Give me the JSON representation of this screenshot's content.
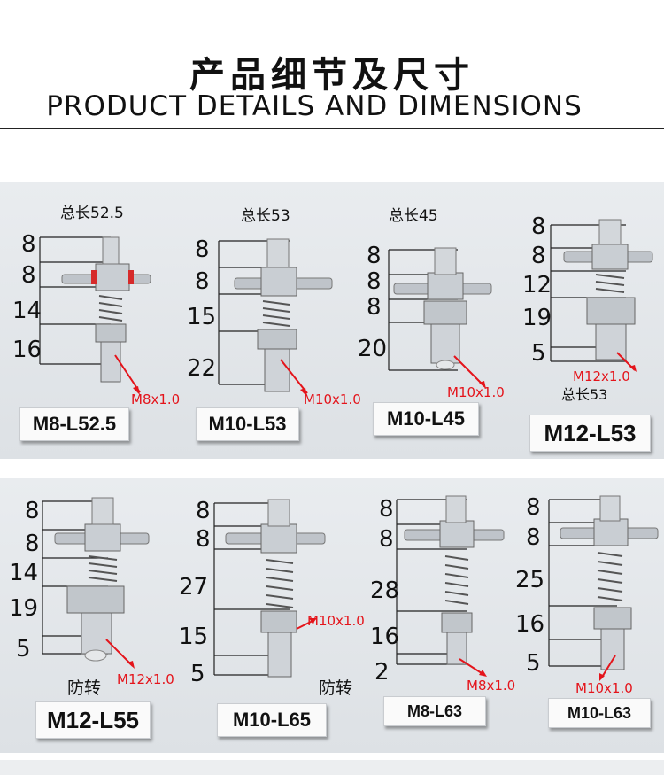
{
  "header": {
    "title_cn": "产品细节及尺寸",
    "title_en": "PRODUCT DETAILS AND DIMENSIONS"
  },
  "row1": [
    {
      "model": "M8-L52.5",
      "total": "总长52.5",
      "thread": "M8x1.0",
      "dims": [
        "8",
        "8",
        "14",
        "16"
      ]
    },
    {
      "model": "M10-L53",
      "total": "总长53",
      "thread": "M10x1.0",
      "dims": [
        "8",
        "8",
        "15",
        "22"
      ]
    },
    {
      "model": "M10-L45",
      "total": "总长45",
      "thread": "M10x1.0",
      "dims": [
        "8",
        "8",
        "8",
        "20"
      ]
    },
    {
      "model": "M12-L53",
      "total": "总长53",
      "thread": "M12x1.0",
      "dims": [
        "8",
        "8",
        "12",
        "19",
        "5"
      ]
    }
  ],
  "row2": [
    {
      "model": "M12-L55",
      "thread": "M12x1.0",
      "note": "防转",
      "dims": [
        "8",
        "8",
        "14",
        "19",
        "5"
      ]
    },
    {
      "model": "M10-L65",
      "thread": "M10x1.0",
      "note": "防转",
      "dims": [
        "8",
        "8",
        "27",
        "15",
        "5"
      ]
    },
    {
      "model": "M8-L63",
      "thread": "M8x1.0",
      "dims": [
        "8",
        "8",
        "28",
        "16",
        "2"
      ]
    },
    {
      "model": "M10-L63",
      "thread": "M10x1.0",
      "dims": [
        "8",
        "8",
        "25",
        "16",
        "5"
      ]
    }
  ],
  "colors": {
    "thread_label": "#e4141b",
    "arrow": "#e4141b",
    "metal": "#b9bfc6",
    "seal": "#d62a2a"
  }
}
